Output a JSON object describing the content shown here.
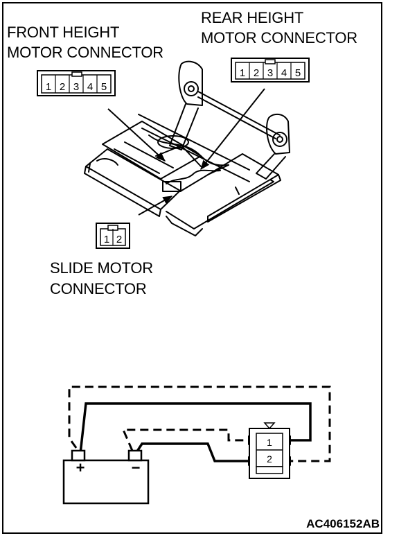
{
  "labels": {
    "front_line1": "FRONT HEIGHT",
    "front_line2": "MOTOR CONNECTOR",
    "rear_line1": "REAR HEIGHT",
    "rear_line2": "MOTOR CONNECTOR",
    "slide_line1": "SLIDE MOTOR",
    "slide_line2": "CONNECTOR"
  },
  "connectors": {
    "front_pins": [
      "1",
      "2",
      "3",
      "4",
      "5"
    ],
    "rear_pins": [
      "1",
      "2",
      "3",
      "4",
      "5"
    ],
    "slide_pins": [
      "1",
      "2"
    ]
  },
  "battery": {
    "positive": "+",
    "negative": "−"
  },
  "test_connector": {
    "pin_top": "1",
    "pin_bottom": "2"
  },
  "figure_id": "AC406152AB"
}
